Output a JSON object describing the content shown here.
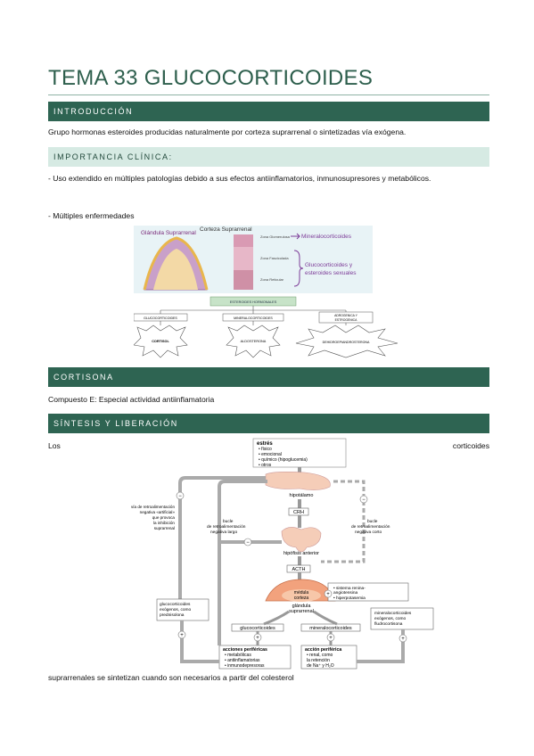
{
  "title": "TEMA 33 GLUCOCORTICOIDES",
  "sections": {
    "intro": {
      "header": "INTRODUCCIÓN",
      "text": "Grupo hormonas esteroides producidas naturalmente por corteza suprarrenal o sintetizadas vía exógena."
    },
    "importancia": {
      "header": "IMPORTANCIA CLÍNICA:",
      "bullet1": "- Uso extendido en múltiples patologías debido a sus efectos antiinflamatorios, inmunosupresores y metabólicos.",
      "bullet2": "- Múltiples enfermedades"
    },
    "cortisona": {
      "header": "CORTISONA",
      "text": "Compuesto E: Especial actividad antiinflamatoria"
    },
    "sintesis": {
      "header": "SÍNTESIS Y LIBERACIÓN",
      "text_left": "Los",
      "text_right": "corticoides",
      "text_after": "suprarrenales se sintetizan cuando son necesarios a partir del colesterol"
    }
  },
  "figure1": {
    "gland_label": "Glándula Suprarrenal",
    "cortex_label": "Corteza Suprarrenal",
    "zone_glomerulosa": "Zona Glomerulosa",
    "zone_fasciculada": "Zona Fasciculada",
    "zone_reticular": "Zona Reticular",
    "mineralo": "Mineralocorticoides",
    "gluco_line1": "Glucocorticoides y",
    "gluco_line2": "esteroides sexuales",
    "root": "ESTEROIDES HORMONALES",
    "branch_gluco": "GLUCOCORTICOIDES",
    "branch_mineralo": "MINERALOCORTICOIDES",
    "branch_andro_1": "ADROGENICA Y",
    "branch_andro_2": "ESTROGENICA",
    "leaf_cortisol": "CORTISOL",
    "leaf_aldosterona": "ALDOSTERONA",
    "leaf_dhea": "DEHIDROEPIANDROSTERONA"
  },
  "figure2": {
    "stress_title": "estrés",
    "stress_items": [
      "• físico",
      "• emocional",
      "• químico (hipoglucemia)",
      "• otros"
    ],
    "hipotalamo": "hipotálamo",
    "crh": "CRH",
    "hipofisis": "hipófisis anterior",
    "acth": "ACTH",
    "medula": "médula",
    "corteza": "corteza",
    "glandula_1": "glándula",
    "glandula_2": "suprarrenal",
    "via_retro": [
      "vía de retroalimentación",
      "negativa «artificial»",
      "que provoca",
      "la inhibición",
      "suprarrenal"
    ],
    "bucle_largo": [
      "bucle",
      "de retroalimentación",
      "negativa largo"
    ],
    "bucle_corto": [
      "bucle",
      "de retroalimentación",
      "negativa corto"
    ],
    "renina": [
      "• sistema renina-",
      "  angiotensina",
      "• hiperpotasemia"
    ],
    "gluco_exo": [
      "glucocorticoides",
      "exógenos, como",
      "prednisolona"
    ],
    "mineralo_exo": [
      "mineralocorticoides",
      "exógenos, como",
      "fludrocortisona"
    ],
    "glucocorticoides": "glucocorticoides",
    "mineralocorticoides": "mineralocorticoides",
    "acciones_title": "acciones periféricas",
    "acciones_items": [
      "• metabólicas",
      "• antiinflamatorias",
      "• inmunodepresoras"
    ],
    "accion_title": "acción periférica",
    "accion_items": [
      "• renal, como",
      "  la retención",
      "  de Na⁺ y H₂O"
    ],
    "minus": "−",
    "plus": "+"
  },
  "colors": {
    "heading": "#2e5f4d",
    "bar_dark": "#2e6452",
    "bar_light": "#d6eae3",
    "bracket": "#7d3c98",
    "cortex_orange": "#f2a27d"
  }
}
